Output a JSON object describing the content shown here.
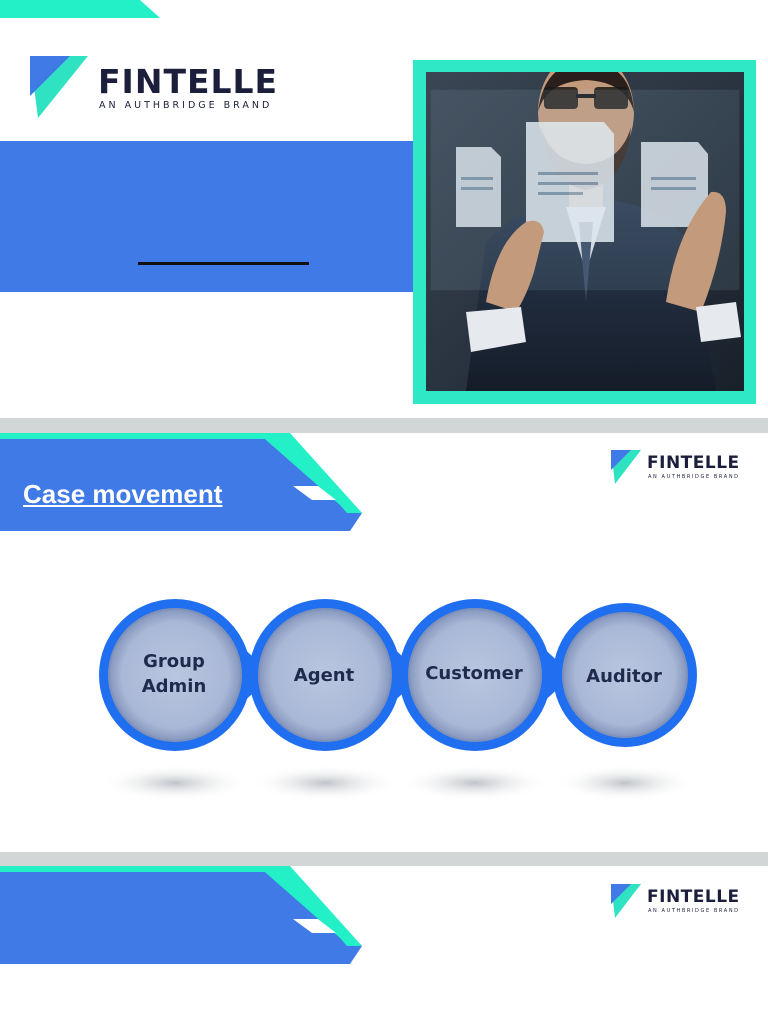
{
  "brand": {
    "name": "FINTELLE",
    "tagline": "AN AUTHBRIDGE BRAND",
    "colors": {
      "primary": "#3f7ae6",
      "accent": "#23f0c7",
      "dark": "#1b1f3b"
    }
  },
  "slide1": {
    "photo_icon": "businessman-touching-documents-photo"
  },
  "slide2": {
    "title": "Case movement",
    "flow": [
      {
        "label": "Group Admin"
      },
      {
        "label": "Agent"
      },
      {
        "label": "Customer"
      },
      {
        "label": "Auditor"
      }
    ]
  },
  "slide3": {}
}
